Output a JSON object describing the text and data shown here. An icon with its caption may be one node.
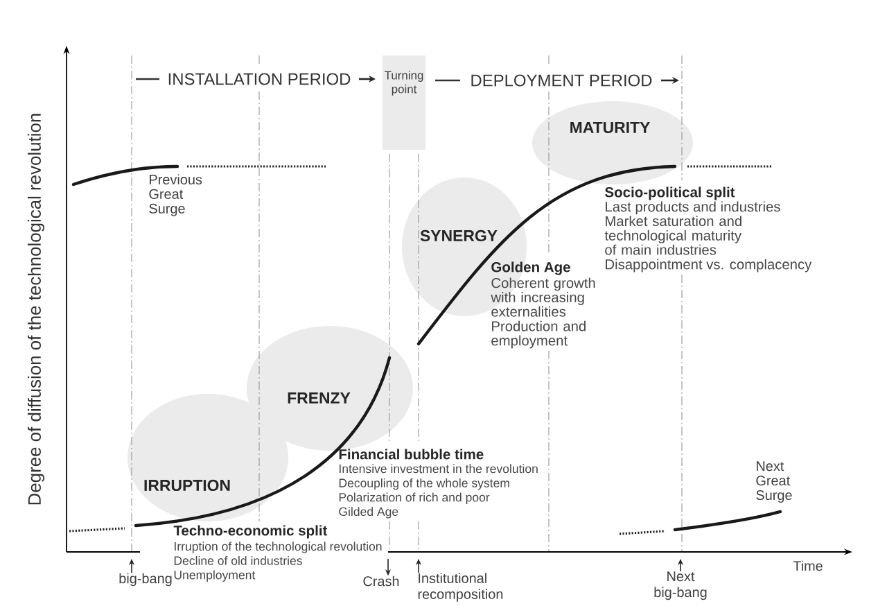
{
  "diagram": {
    "nodes": [
      {
        "text": [
          "Turning point"
        ]
      },
      {
        "text": [
          "IRRUPTION"
        ],
        "beside": [
          "Techno-economic split",
          "Irruption of the technological revolution",
          "Decline of old industries",
          "Unemployment"
        ]
      },
      {
        "text": [
          "FRENZY"
        ],
        "beside": [
          "Financial bubble time",
          "Intensive investment in the revolution",
          "Decoupling of the whole system",
          "Polarization of rich and poor",
          "Gilded Age"
        ]
      },
      {
        "text": [
          "SYNERGY"
        ],
        "beside": [
          "Golden Age",
          "Coherent growth with increasing externalities",
          "Production and employment"
        ]
      },
      {
        "text": [
          "MATURITY"
        ],
        "beside": [
          "Socio-political split",
          "Last products and industries",
          "Market saturation and technological maturity of main industries",
          "Disappointment vs. complacency"
        ]
      },
      {
        "text": [
          "big-bang"
        ]
      },
      {
        "text": [
          "Crash"
        ]
      },
      {
        "text": [
          "Institutional recomposition"
        ]
      },
      {
        "text": [
          "Next big-bang"
        ]
      }
    ],
    "edges": [
      {
        "from": 5,
        "to": null,
        "arrow": "to"
      },
      {
        "from": null,
        "to": 6,
        "arrow": "to"
      },
      {
        "from": 7,
        "to": null,
        "arrow": "to"
      },
      {
        "from": 8,
        "to": null,
        "arrow": "to"
      }
    ],
    "labels": [
      "INSTALLATION PERIOD",
      "DEPLOYMENT PERIOD",
      "Degree of diffusion of the technological revolution",
      "Previous Great Surge",
      "Next Great Surge",
      "Time"
    ]
  }
}
